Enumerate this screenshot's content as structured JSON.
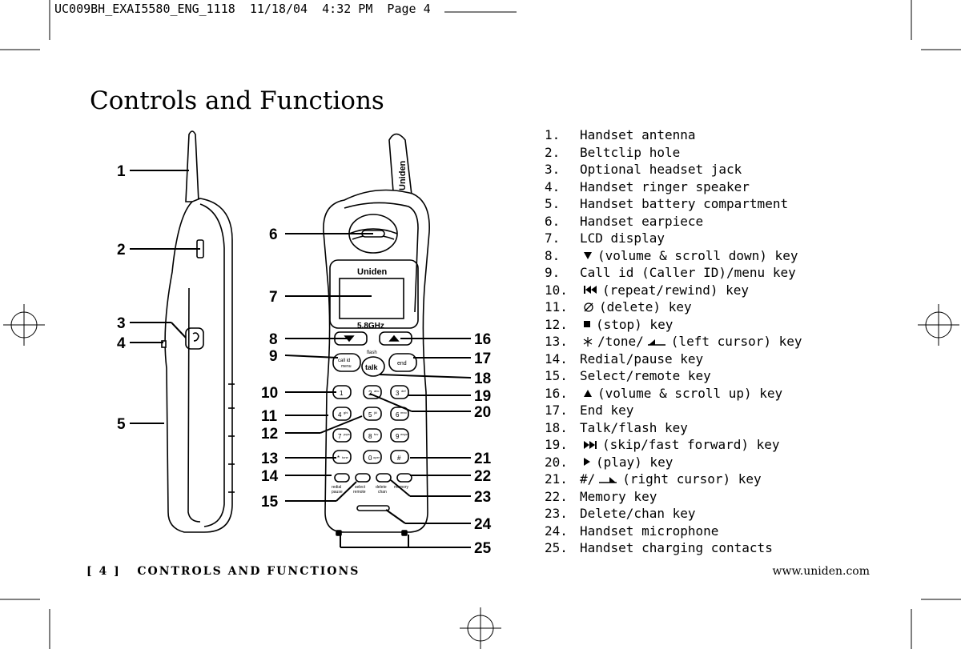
{
  "slug_line": "UC009BH_EXAI5580_ENG_1118  11/18/04  4:32 PM  Page 4",
  "title": "Controls and Functions",
  "footer": {
    "left": "[ 4 ]   CONTROLS AND FUNCTIONS",
    "right": "www.uniden.com"
  },
  "phone": {
    "brand_side": "Uniden",
    "brand_front": "Uniden",
    "freq": "5.8GHz",
    "keys": {
      "k1": "1",
      "k2": "2",
      "k2s": "abc",
      "k3": "3",
      "k3s": "def",
      "k4": "4",
      "k4s": "ghi",
      "k5": "5",
      "k5s": "jkl",
      "k6": "6",
      "k6s": "mno",
      "k7": "7",
      "k7s": "pqrs",
      "k8": "8",
      "k8s": "tuv",
      "k9": "9",
      "k9s": "wxyz",
      "kstar": "*",
      "kstars": "tone",
      "k0": "0",
      "k0s": "oper",
      "khash": "#",
      "callid": "call id",
      "menu": "menu",
      "end": "end",
      "talk": "talk",
      "flash": "flash",
      "redial": "redial",
      "pause": "pause",
      "select": "select",
      "remote": "remote",
      "delete": "delete",
      "chan": "chan",
      "memory": "memory"
    }
  },
  "callouts": [
    "1",
    "2",
    "3",
    "4",
    "5",
    "6",
    "7",
    "8",
    "9",
    "10",
    "11",
    "12",
    "13",
    "14",
    "15",
    "16",
    "17",
    "18",
    "19",
    "20",
    "21",
    "22",
    "23",
    "24",
    "25"
  ],
  "items": [
    {
      "num": "1.",
      "text": "Handset antenna"
    },
    {
      "num": "2.",
      "text": "Beltclip hole"
    },
    {
      "num": "3.",
      "text": "Optional headset jack"
    },
    {
      "num": "4.",
      "text": "Handset ringer speaker"
    },
    {
      "num": "5.",
      "text": "Handset battery compartment"
    },
    {
      "num": "6.",
      "text": "Handset earpiece"
    },
    {
      "num": "7.",
      "text": "LCD display"
    },
    {
      "num": "8.",
      "icon": "down-triangle-icon",
      "text": "(volume & scroll down) key"
    },
    {
      "num": "9.",
      "text": "Call id (Caller ID)/menu key"
    },
    {
      "num": "10.",
      "icon": "rewind-icon",
      "text": "(repeat/rewind) key"
    },
    {
      "num": "11.",
      "icon": "delete-slash-icon",
      "text": "(delete) key"
    },
    {
      "num": "12.",
      "icon": "stop-square-icon",
      "text": "(stop) key"
    },
    {
      "num": "13.",
      "icon": "star-icon",
      "pre": "/tone/",
      "icon2": "left-cursor-icon",
      "text": "(left cursor) key"
    },
    {
      "num": "14.",
      "text": "Redial/pause key"
    },
    {
      "num": "15.",
      "text": "Select/remote key"
    },
    {
      "num": "16.",
      "icon": "up-triangle-icon",
      "text": "(volume & scroll up) key"
    },
    {
      "num": "17.",
      "text": "End key"
    },
    {
      "num": "18.",
      "text": "Talk/flash key"
    },
    {
      "num": "19.",
      "icon": "fast-forward-icon",
      "text": "(skip/fast forward) key"
    },
    {
      "num": "20.",
      "icon": "play-icon",
      "text": "(play) key"
    },
    {
      "num": "21.",
      "pre": "#/",
      "icon2": "right-cursor-icon",
      "text": "(right cursor) key"
    },
    {
      "num": "22.",
      "text": "Memory key"
    },
    {
      "num": "23.",
      "text": "Delete/chan key"
    },
    {
      "num": "24.",
      "text": "Handset microphone"
    },
    {
      "num": "25.",
      "text": "Handset charging contacts"
    }
  ]
}
